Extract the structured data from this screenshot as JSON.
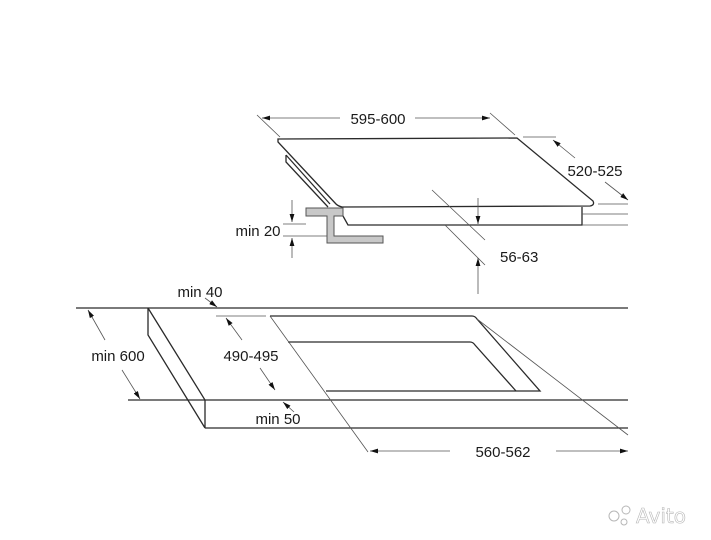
{
  "dimensions": {
    "hob_width": "595-600",
    "hob_depth": "520-525",
    "worktop_thickness": "min 20",
    "hob_height": "56-63",
    "rear_clearance": "min 40",
    "cabinet_depth": "min 600",
    "cutout_depth": "490-495",
    "front_clearance": "min 50",
    "cutout_width": "560-562"
  },
  "colors": {
    "line": "#2a2a2a",
    "bracket": "#c8c8c8"
  },
  "watermark": "Avito"
}
